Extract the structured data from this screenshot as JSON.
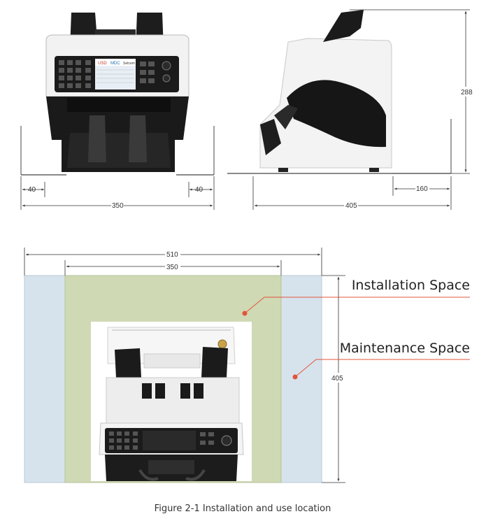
{
  "front_view": {
    "left_clearance": "40",
    "right_clearance": "40",
    "total_width": "350",
    "screen": {
      "currency_1": "USD",
      "currency_2": "MDC",
      "mode": "Setcem"
    }
  },
  "side_view": {
    "height": "288",
    "rear_clearance": "160",
    "depth": "405"
  },
  "plan_view": {
    "total_width": "510",
    "inner_width": "350",
    "depth": "405",
    "installation_label": "Installation Space",
    "maintenance_label": "Maintenance Space"
  },
  "colors": {
    "installation_fill": "#cfd9b4",
    "maintenance_fill": "#d7e3ec",
    "leader": "#e2553b"
  },
  "caption": "Figure 2-1 Installation and use location"
}
